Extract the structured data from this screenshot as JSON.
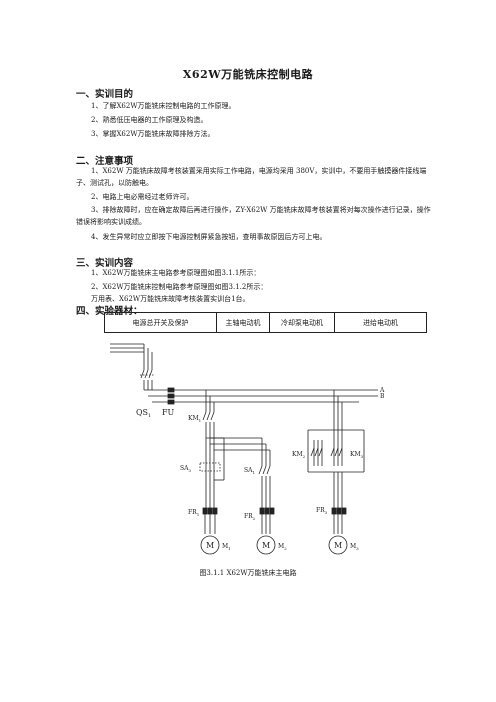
{
  "title": "X62W万能铣床控制电路",
  "sections": [
    {
      "heading": "一、实训目的",
      "items": [
        "1、了解X62W万能铣床控制电路的工作原理。",
        "2、熟悉低压电器的工作原理及构造。",
        "3、掌握X62W万能铣床故障排除方法。"
      ]
    },
    {
      "heading": "二、注意事项",
      "items": [
        "1、X62W 万能铣床故障考核装置采用实际工作电路，电源均采用 380V，实训中，不要用手触摸器件接线端子、测试孔，以防触电。",
        "2、电路上电必需经过老师许可。",
        "3、排除故障时，应在确定故障后再进行操作，ZY-X62W 万能铣床故障考核装置将对每次操作进行记录，操作错误将影响实训成绩。",
        "4、发生异常时应立即按下电源控制屏紧急按钮，查明事故原因后方可上电。"
      ]
    },
    {
      "heading": "三、实训内容",
      "items": [
        "1、X62W万能铣床主电路参考原理图如图3.1.1所示：",
        "2、X62W万能铣床控制电路参考原理图如图3.1.2所示："
      ]
    },
    {
      "heading": "四、实验器材：",
      "items": [
        "万用表、X62W万能铣床故障考核装置实训台1台。"
      ]
    }
  ],
  "zones": [
    "电源总开关及保护",
    "主轴电动机",
    "冷却泵电动机",
    "进给电动机"
  ],
  "diagram": {
    "bus_a": "A",
    "bus_b": "B",
    "qs": "QS",
    "qs_sub": "1",
    "fu": "FU",
    "km1": "KM",
    "km1_sub": "1",
    "km2": "KM",
    "km2_sub": "2",
    "km3": "KM",
    "km3_sub": "3",
    "sa3": "SA",
    "sa3_sub": "3",
    "sa1": "SA",
    "sa1_sub": "1",
    "fr1": "FR",
    "fr1_sub": "1",
    "fr2": "FR",
    "fr2_sub": "2",
    "fr3": "FR",
    "fr3_sub": "3",
    "motor": "M",
    "m1": "M",
    "m1_sub": "1",
    "m2": "M",
    "m2_sub": "2",
    "m3": "M",
    "m3_sub": "3"
  },
  "caption": "图3.1.1   X62W万能铣床主电路"
}
